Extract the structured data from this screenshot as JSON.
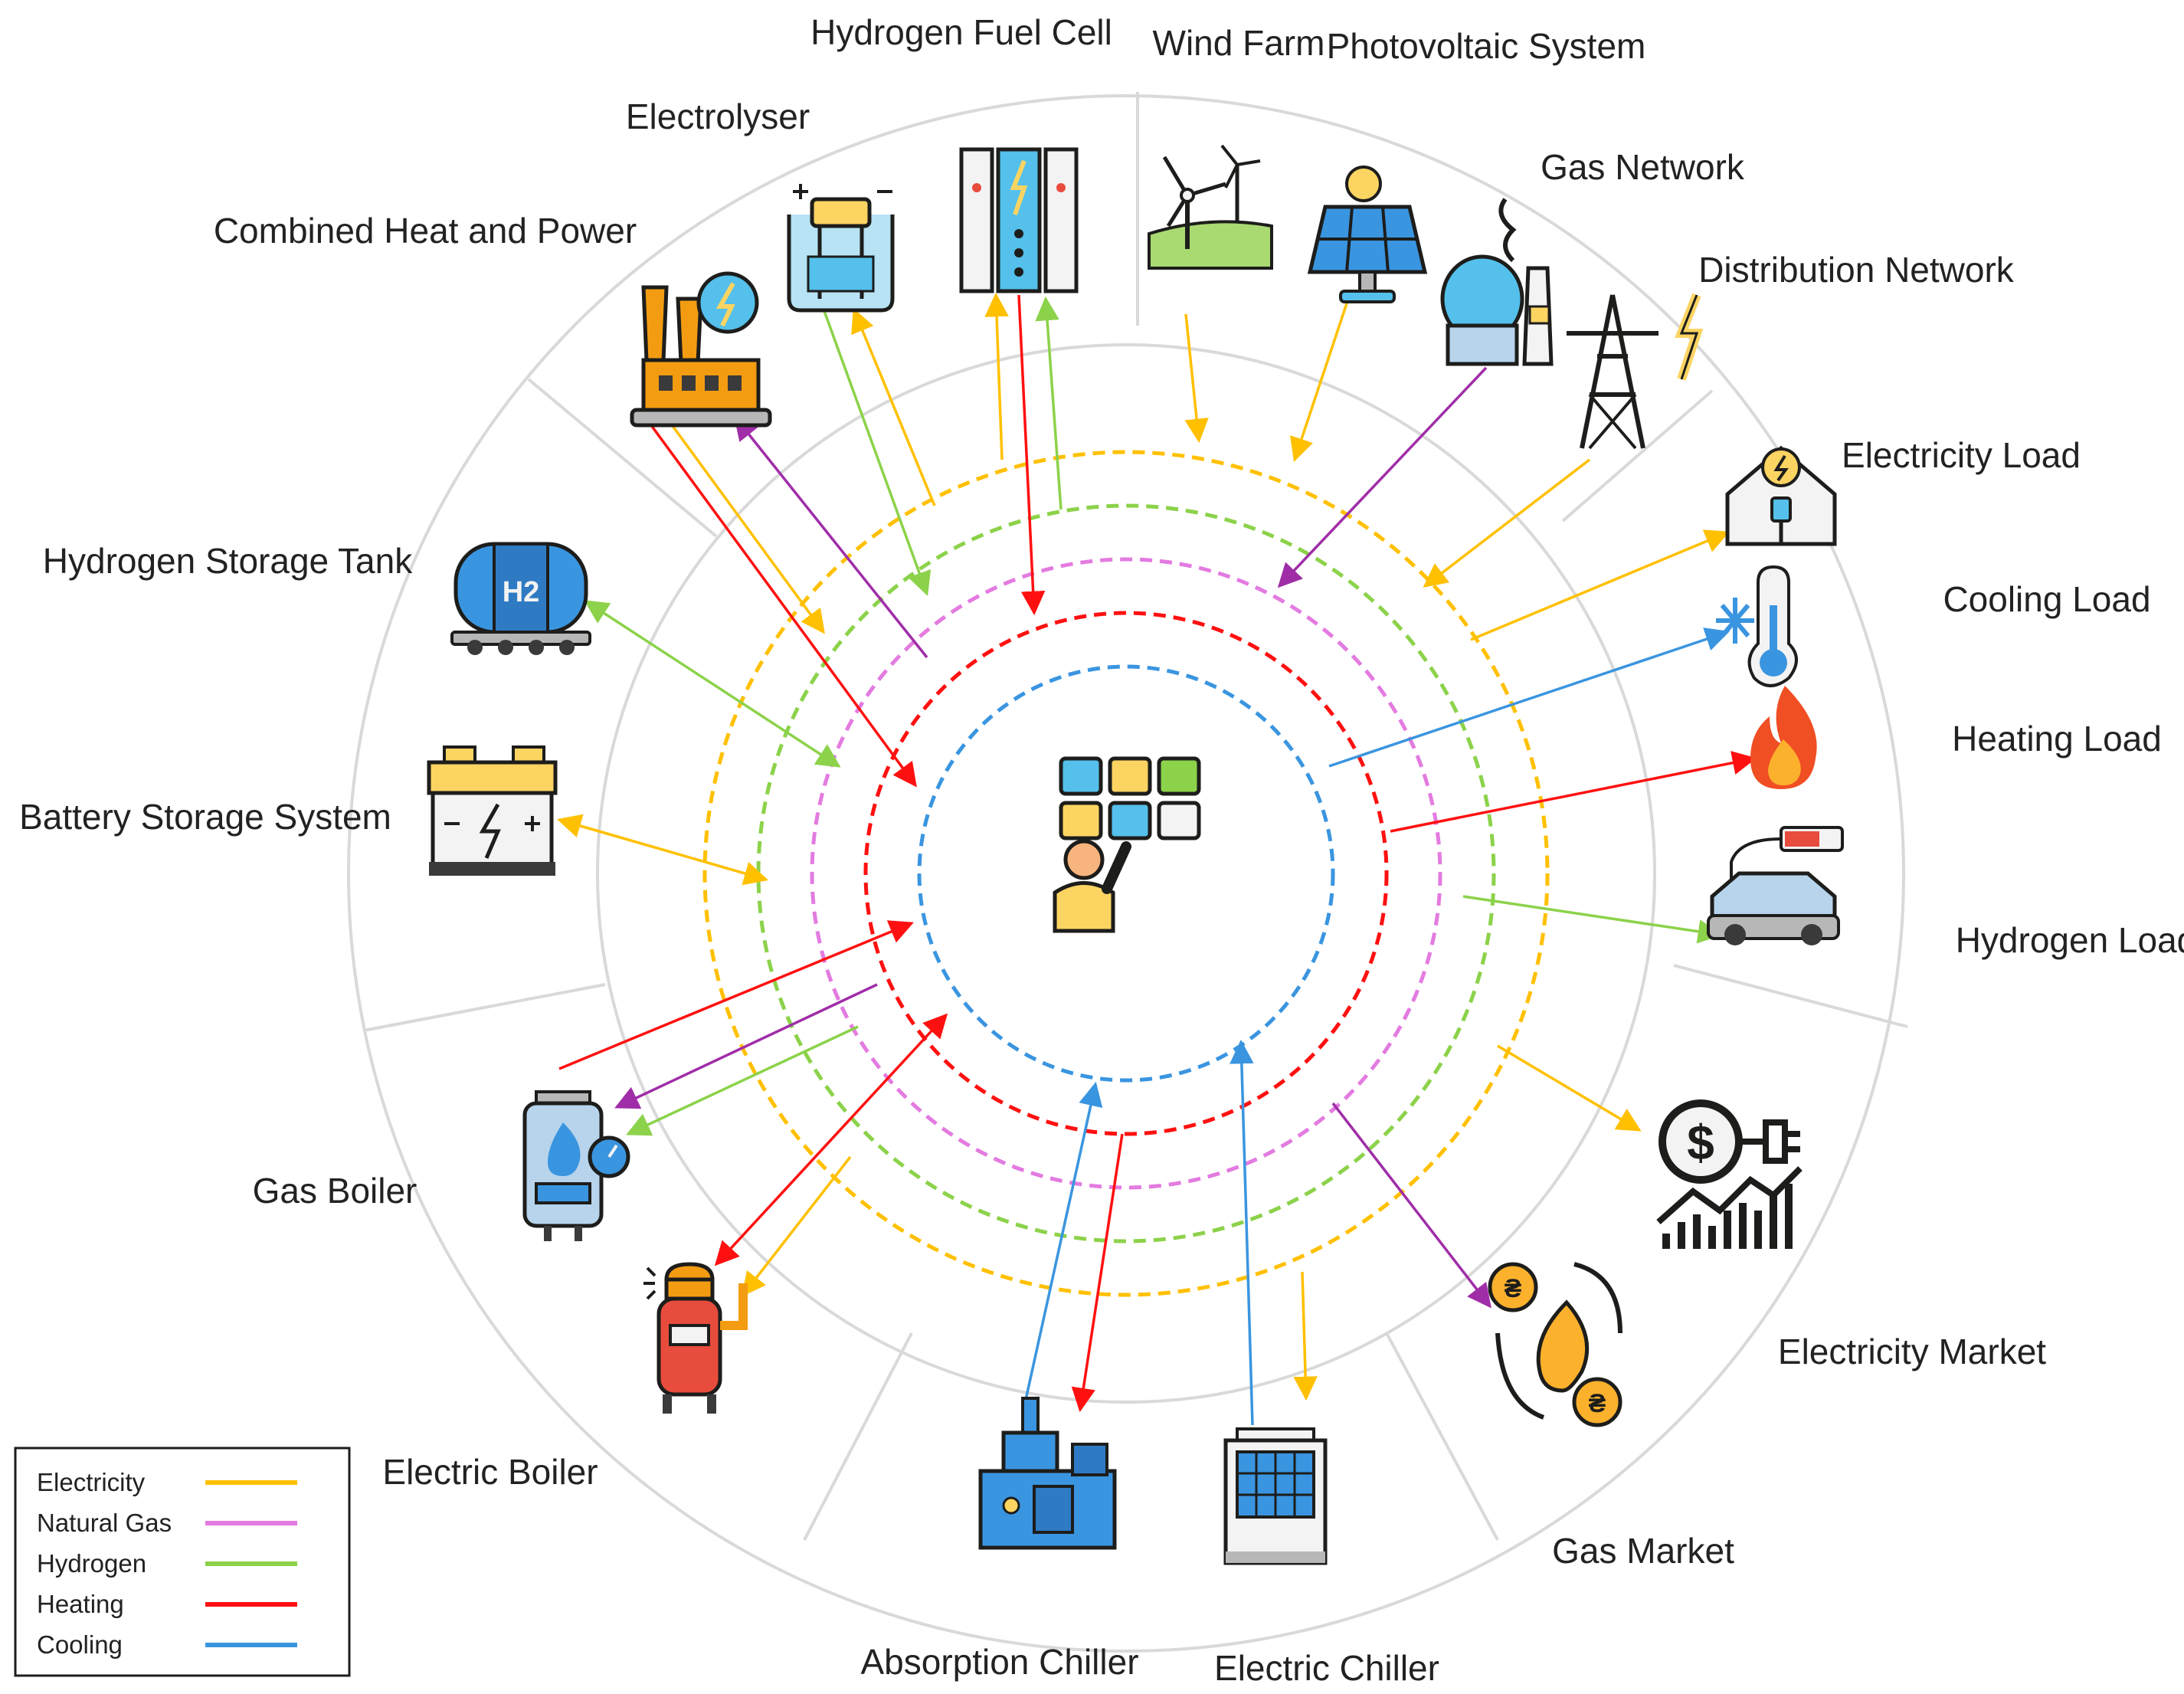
{
  "labels": {
    "hydrogen_fuel_cell": "Hydrogen Fuel Cell",
    "wind_farm": "Wind Farm",
    "photovoltaic_system": "Photovoltaic System",
    "electrolyser": "Electrolyser",
    "gas_network": "Gas Network",
    "combined_heat_and_power": "Combined Heat and Power",
    "distribution_network": "Distribution Network",
    "electricity_load": "Electricity Load",
    "hydrogen_storage_tank": "Hydrogen Storage Tank",
    "cooling_load": "Cooling Load",
    "heating_load": "Heating Load",
    "battery_storage_system": "Battery Storage System",
    "hydrogen_load": "Hydrogen Load",
    "gas_boiler": "Gas Boiler",
    "electricity_market": "Electricity Market",
    "electric_boiler": "Electric Boiler",
    "gas_market": "Gas Market",
    "absorption_chiller": "Absorption Chiller",
    "electric_chiller": "Electric Chiller"
  },
  "icon_texts": {
    "h2": "H2",
    "dollar": "$",
    "coin": "₴"
  },
  "legend": [
    {
      "label": "Electricity",
      "color": "#FFC000"
    },
    {
      "label": "Natural Gas",
      "color": "#E37BE0"
    },
    {
      "label": "Hydrogen",
      "color": "#8CD24A"
    },
    {
      "label": "Heating",
      "color": "#FF1010"
    },
    {
      "label": "Cooling",
      "color": "#3A95E0"
    }
  ],
  "icons": [
    "operator-control-panel-icon",
    "wind-turbine-icon",
    "solar-panel-icon",
    "gas-tank-icon",
    "power-tower-icon",
    "fuel-cell-icon",
    "electrolyser-icon",
    "chp-factory-icon",
    "house-electricity-icon",
    "thermometer-snowflake-icon",
    "flame-icon",
    "hydrogen-tank-icon",
    "car-battery-icon",
    "electric-car-icon",
    "gas-boiler-icon",
    "electric-boiler-icon",
    "absorption-chiller-icon",
    "electric-chiller-icon",
    "gas-market-icon",
    "electricity-market-icon"
  ]
}
